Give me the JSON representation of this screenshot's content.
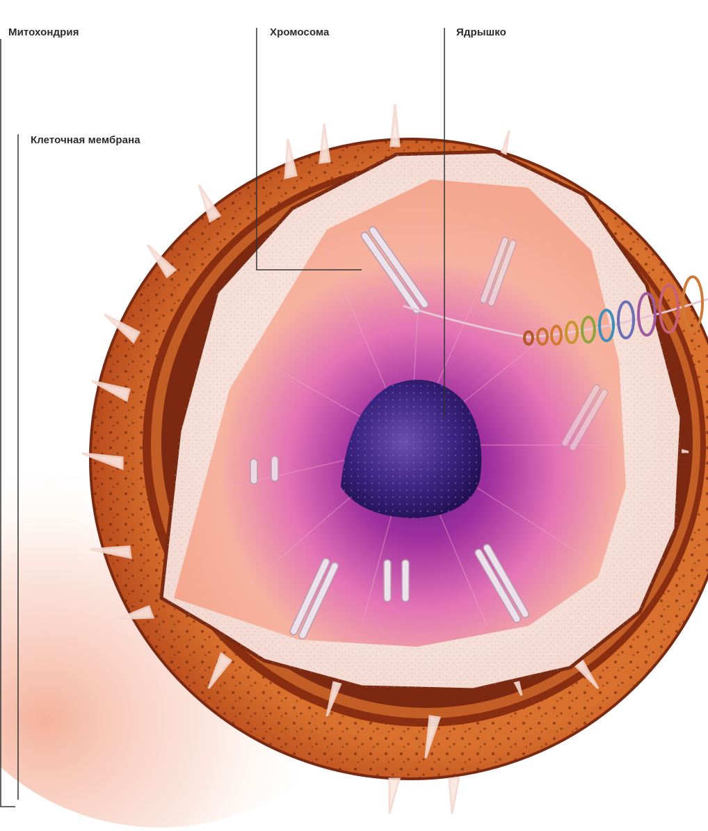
{
  "labels": {
    "mitochondria": "Митохондрия",
    "chromosome": "Хромосома",
    "nucleolus": "Ядрышко",
    "cell_membrane": "Клеточная мембрана"
  },
  "colors": {
    "shell_outer": "#c95a22",
    "shell_dark": "#8a2e12",
    "cytoplasm": "#f7e6e0",
    "nucleus_pink": "#f3a08a",
    "nucleus_purple": "#8a2a9a",
    "nucleolus": "#3a1f7a",
    "chromosome": "#e9d6e4",
    "leader_line": "#333333"
  }
}
